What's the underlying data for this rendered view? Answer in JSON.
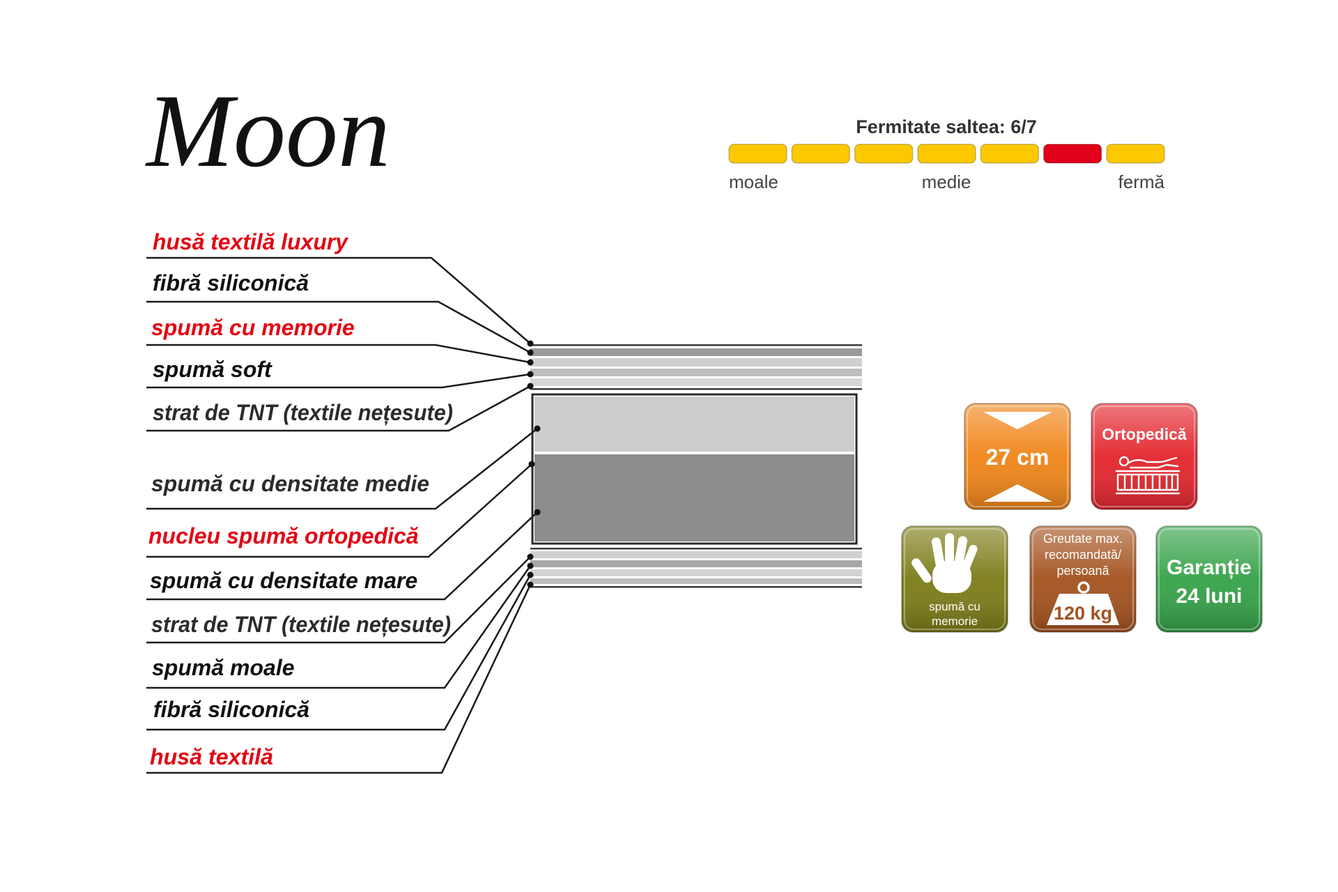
{
  "title": "Moon",
  "firmness": {
    "label": "Fermitate saltea: 6/7",
    "value": 6,
    "scale_max": 7,
    "scale_labels": {
      "left": "moale",
      "middle": "medie",
      "right": "fermă"
    },
    "colors": {
      "segment": "#fcc800",
      "active": "#e2001a"
    }
  },
  "layers": [
    {
      "label": "husă textilă luxury",
      "color": "#e30613"
    },
    {
      "label": "fibră siliconică",
      "color": "#111111"
    },
    {
      "label": "spumă cu memorie",
      "color": "#e30613"
    },
    {
      "label": "spumă soft",
      "color": "#111111"
    },
    {
      "label": "strat de TNT (textile nețesute)",
      "color": "#2b2b2b"
    },
    {
      "label": "spumă cu densitate medie",
      "color": "#2b2b2b"
    },
    {
      "label": "nucleu spumă ortopedică",
      "color": "#e30613"
    },
    {
      "label": "spumă cu densitate mare",
      "color": "#111111"
    },
    {
      "label": "strat de TNT (textile nețesute)",
      "color": "#2b2b2b"
    },
    {
      "label": "spumă moale",
      "color": "#111111"
    },
    {
      "label": "fibră siliconică",
      "color": "#111111"
    },
    {
      "label": "husă textilă",
      "color": "#e30613"
    }
  ],
  "badges": {
    "height": {
      "value": "27 cm",
      "color": "#f08519",
      "icon": "height-arrows-icon"
    },
    "orthopedic": {
      "label": "Ortopedică",
      "color": "#e3262d",
      "icon": "person-on-mattress-icon"
    },
    "memory_foam": {
      "lines": [
        "spumă cu",
        "memorie"
      ],
      "color": "#7c7c18",
      "icon": "hand-icon"
    },
    "max_weight": {
      "lines": [
        "Greutate max.",
        "recomandată/",
        "persoană"
      ],
      "value": "120 kg",
      "color": "#a4521f",
      "icon": "weight-icon"
    },
    "warranty": {
      "lines": [
        "Garanție",
        "24 luni"
      ],
      "color": "#35a248"
    }
  }
}
